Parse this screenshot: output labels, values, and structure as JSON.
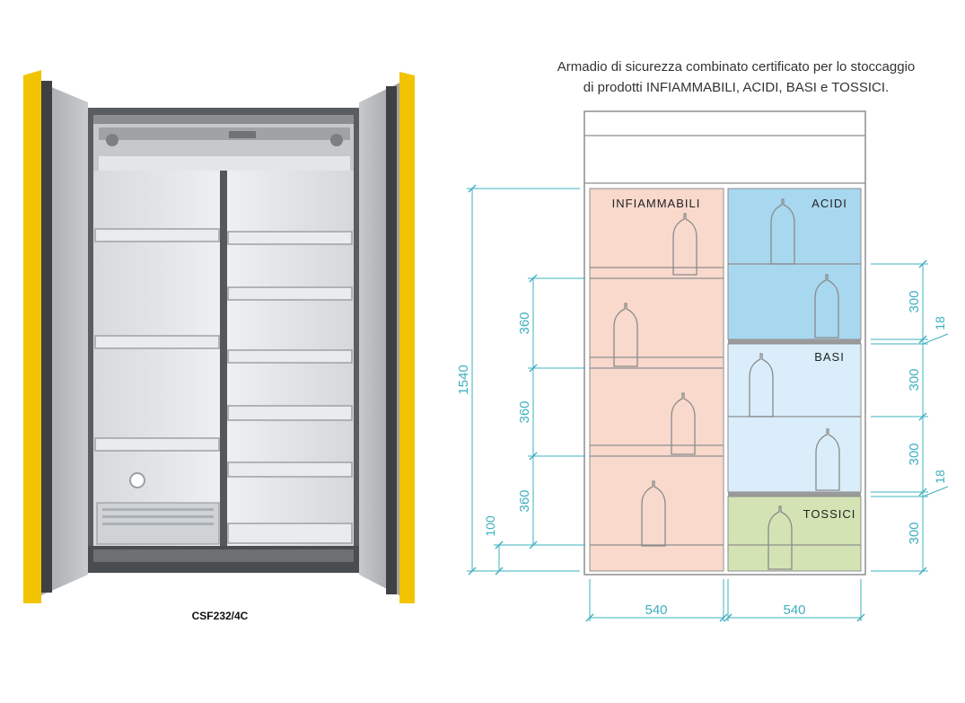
{
  "title": {
    "line1": "Armadio di sicurezza combinato certificato per lo stoccaggio",
    "line2": "di prodotti INFIAMMABILI, ACIDI, BASI e TOSSICI."
  },
  "photo": {
    "caption": "CSF232/4C"
  },
  "diagram": {
    "sections": {
      "infiammabili": "INFIAMMABILI",
      "acidi": "ACIDI",
      "basi": "BASI",
      "tossici": "TOSSICI"
    },
    "dimensions": {
      "total_height": "1540",
      "shelf_spacing_left": [
        "360",
        "360",
        "360"
      ],
      "base_height": "100",
      "shelf_spacing_right": [
        "300",
        "300",
        "300",
        "300"
      ],
      "tray_thickness": [
        "18",
        "18"
      ],
      "widths": [
        "540",
        "540"
      ]
    },
    "colors": {
      "infiammabili": "#f8d9cc",
      "acidi": "#a8d8f0",
      "basi": "#d9eefa",
      "tossici": "#d4e3b4",
      "dimension_line": "#3fb0c0",
      "cabinet_yellow": "#f2c300"
    }
  }
}
